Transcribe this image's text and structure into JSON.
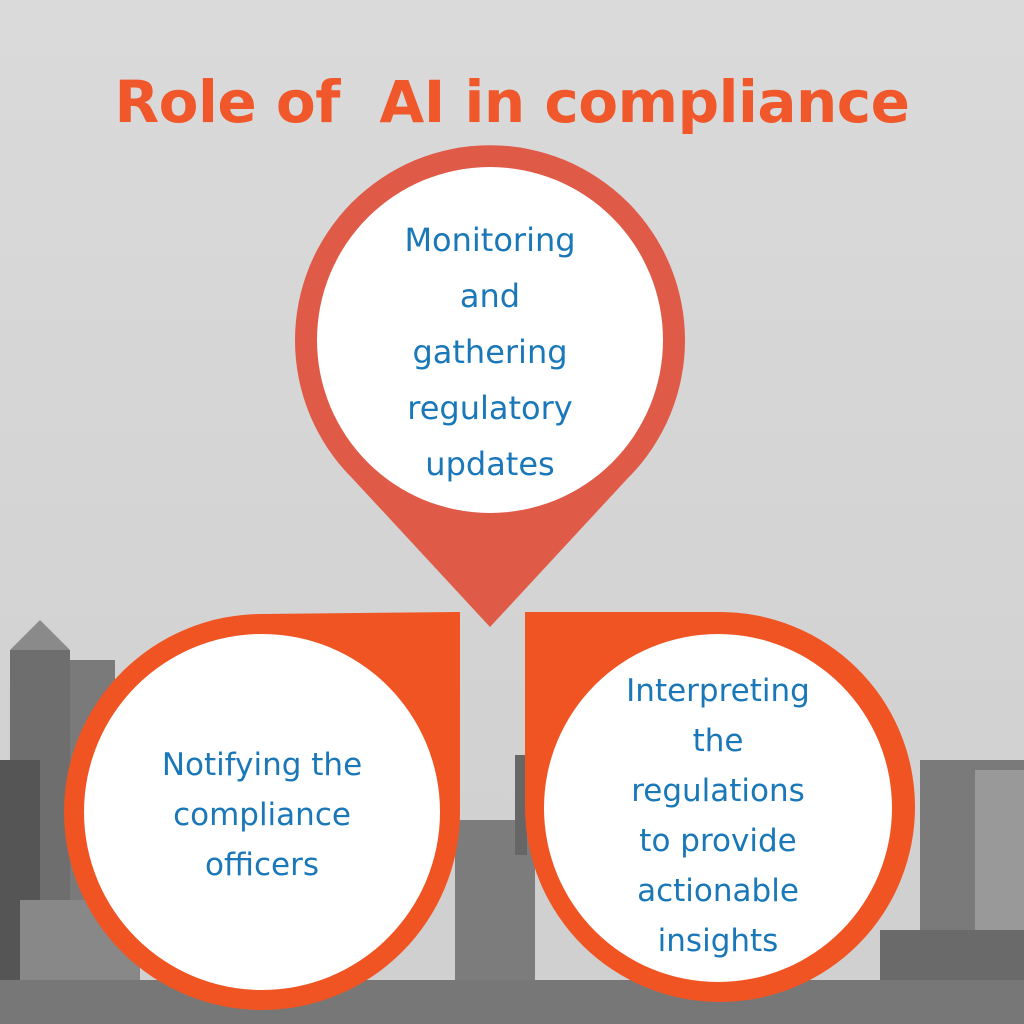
{
  "title": "Role of  AI in compliance",
  "colors": {
    "title": "#f0572a",
    "top_pin": "#e05a48",
    "bottom_pins": "#f05423",
    "text": "#1a78b8"
  },
  "nodes": [
    {
      "id": "top",
      "lines": [
        "Monitoring",
        "and",
        "gathering",
        "regulatory",
        "updates"
      ]
    },
    {
      "id": "left",
      "lines": [
        "Notifying the",
        "compliance",
        "officers"
      ]
    },
    {
      "id": "right",
      "lines": [
        "Interpreting",
        "the",
        "regulations",
        "to provide",
        "actionable",
        "insights"
      ]
    }
  ]
}
